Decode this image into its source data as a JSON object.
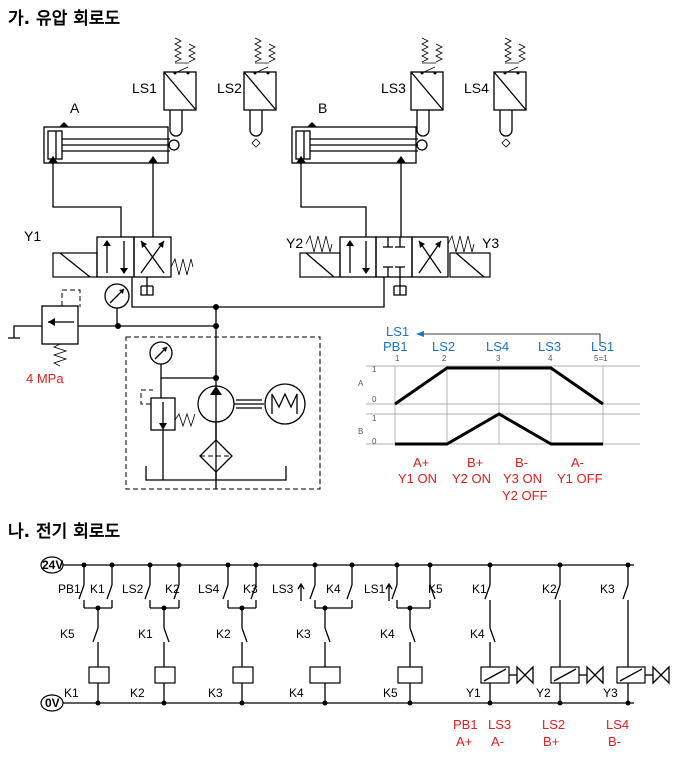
{
  "sections": {
    "hydraulic": "가. 유압 회로도",
    "electric": "나. 전기 회로도"
  },
  "hydraulic": {
    "cylinders": [
      "A",
      "B"
    ],
    "limit_switches": [
      "LS1",
      "LS2",
      "LS3",
      "LS4"
    ],
    "solenoids": [
      "Y1",
      "Y2",
      "Y3"
    ],
    "relief_pressure": "4 MPa"
  },
  "timing": {
    "feedback": "LS1",
    "top_labels": [
      "PB1",
      "LS2",
      "LS4",
      "LS3",
      "LS1"
    ],
    "step_numbers": [
      "1",
      "2",
      "3",
      "4",
      "5=1"
    ],
    "rows": [
      "A",
      "B"
    ],
    "row_levels": [
      "1",
      "0"
    ],
    "notes": [
      [
        "A+",
        "Y1 ON"
      ],
      [
        "B+",
        "Y2 ON"
      ],
      [
        "B-",
        "Y3 ON",
        "Y2 OFF"
      ],
      [
        "A-",
        "Y1 OFF"
      ]
    ],
    "signals": {
      "A": [
        0,
        1,
        1,
        1,
        0
      ],
      "B": [
        0,
        0,
        1,
        0,
        0
      ]
    }
  },
  "electric": {
    "supply_top": "24V",
    "supply_bottom": "0V",
    "contacts_top": [
      "PB1",
      "K1",
      "LS2",
      "K2",
      "LS4",
      "K3",
      "LS3",
      "K4",
      "LS1",
      "K5",
      "K1",
      "K2",
      "K3"
    ],
    "contacts_mid": [
      "K5",
      "K1",
      "K2",
      "K3",
      "K4",
      "K4"
    ],
    "coils": [
      "K1",
      "K2",
      "K3",
      "K4",
      "K5",
      "Y1",
      "Y2",
      "Y3"
    ],
    "notes": [
      [
        "PB1",
        "A+"
      ],
      [
        "LS3",
        "A-"
      ],
      [
        "LS2",
        "B+"
      ],
      [
        "LS4",
        "B-"
      ]
    ]
  }
}
